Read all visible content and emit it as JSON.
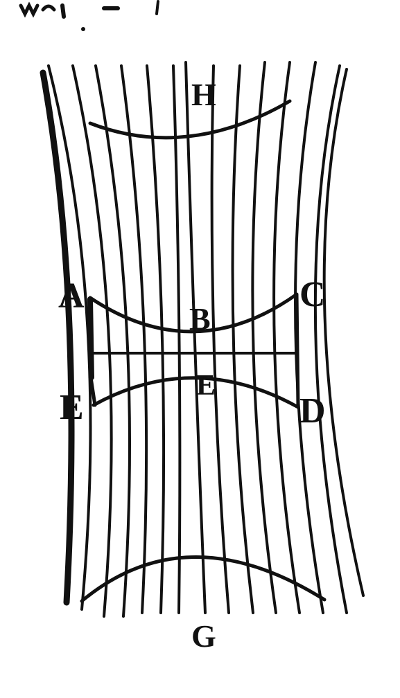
{
  "header_fragment": "",
  "labels": {
    "H": "H",
    "A": "A",
    "B": "B",
    "C": "C",
    "E_left": "E",
    "E_center": "E",
    "D": "D",
    "G": "G"
  },
  "colors": {
    "ink": "#111111",
    "paper": "#ffffff"
  }
}
